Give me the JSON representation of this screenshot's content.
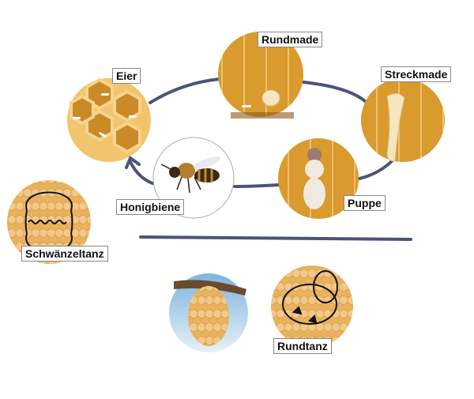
{
  "labels": {
    "eggs": "Eier",
    "round_larva": "Rundmade",
    "stretched_larva": "Streckmade",
    "pupa": "Puppe",
    "honeybee": "Honigbiene",
    "waggle_dance": "Schwänzeltanz",
    "round_dance": "Rundtanz"
  },
  "colors": {
    "honey": "#d99a2e",
    "comb_light": "#f0c070",
    "arrow": "#4a5478",
    "dance_line": "#111111"
  }
}
